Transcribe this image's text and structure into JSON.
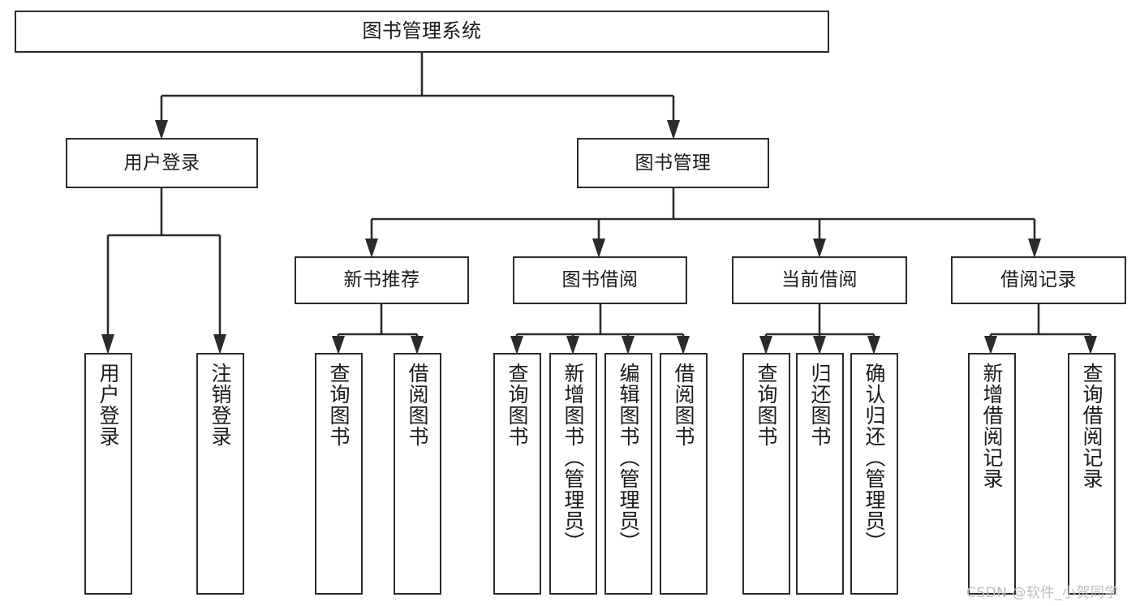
{
  "diagram": {
    "title": "图书管理系统",
    "type": "hierarchy-tree",
    "colors": {
      "stroke": "#2b2b2b",
      "fill": "#ffffff",
      "text": "#1a1a1a",
      "watermark": "#bdbdbd"
    },
    "root": {
      "label": "图书管理系统"
    },
    "level2": [
      {
        "label": "用户登录"
      },
      {
        "label": "图书管理"
      }
    ],
    "level3": [
      {
        "label": "新书推荐"
      },
      {
        "label": "图书借阅"
      },
      {
        "label": "当前借阅"
      },
      {
        "label": "借阅记录"
      }
    ],
    "leaves": {
      "user_login": [
        {
          "label": "用户登录"
        },
        {
          "label": "注销登录"
        }
      ],
      "new_book_recommend": [
        {
          "label": "查询图书"
        },
        {
          "label": "借阅图书"
        }
      ],
      "book_borrow": [
        {
          "label": "查询图书"
        },
        {
          "label": "新增图书（管理员）"
        },
        {
          "label": "编辑图书（管理员）"
        },
        {
          "label": "借阅图书"
        }
      ],
      "current_borrow": [
        {
          "label": "查询图书"
        },
        {
          "label": "归还图书"
        },
        {
          "label": "确认归还（管理员）"
        }
      ],
      "borrow_record": [
        {
          "label": "新增借阅记录"
        },
        {
          "label": "查询借阅记录"
        }
      ]
    },
    "watermark": "CSDN @软件_小贺同学"
  }
}
